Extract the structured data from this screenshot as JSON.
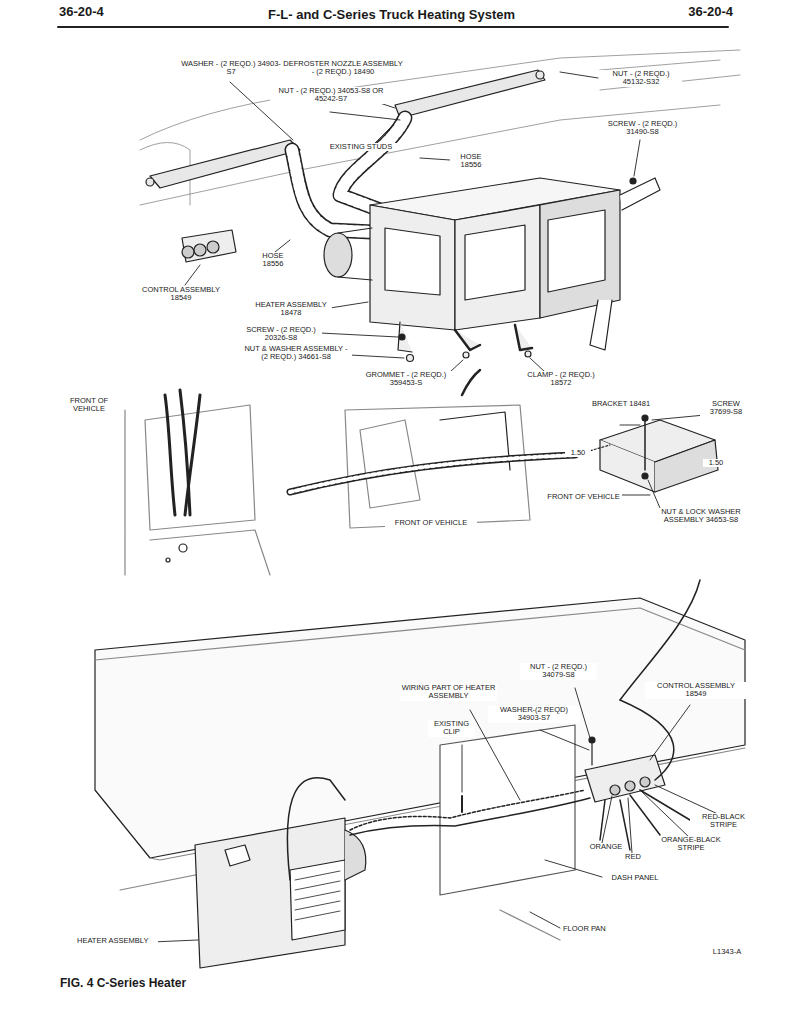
{
  "diagram": {
    "title": "F-L- and C-Series Truck Heating System",
    "caption": "FIG. 4 C-Series Heater",
    "labels": [
      "36-20-4",
      "36-20-4",
      "WASHER - (2 REQD.) 34903-S7",
      "DEFROSTER NOZZLE ASSEMBLY - (2 REQD.) 18490",
      "NUT - (2 REQD.) 34053-S8 OR 45242-S7",
      "NUT - (2 REQD.) 45132-S32",
      "SCREW - (2 REQD.) 31490-S8",
      "EXISTING STUDS",
      "HOSE 18556",
      "HOSE 18556",
      "CONTROL ASSEMBLY 18549",
      "HEATER ASSEMBLY 18478",
      "SCREW - (2 REQD.) 20326-S8",
      "NUT & WASHER ASSEMBLY - (2 REQD.) 34661-S8",
      "GROMMET - (2 REQD.) 359453-S",
      "CLAMP - (2 REQD.) 18572",
      "FRONT OF VEHICLE",
      "BRACKET 18481",
      "SCREW 37699-S8",
      "1.50",
      "1.50",
      "FRONT OF VEHICLE",
      "NUT & LOCK WASHER ASSEMBLY 34653-S8",
      "FRONT OF VEHICLE",
      "NUT - (2 REQD.) 34079-S8",
      "CONTROL ASSEMBLY 18549",
      "WIRING PART OF HEATER ASSEMBLY",
      "WASHER-(2 REQD) 34903-S7",
      "EXISTING CLIP",
      "RED-BLACK STRIPE",
      "ORANGE",
      "ORANGE-BLACK STRIPE",
      "RED",
      "DASH PANEL",
      "HEATER ASSEMBLY",
      "FLOOR PAN",
      "L1343-A"
    ]
  }
}
